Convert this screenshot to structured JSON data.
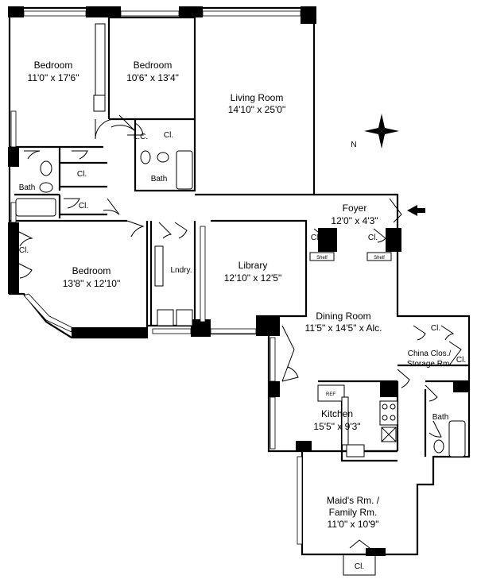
{
  "rooms": {
    "bedroom1": {
      "name": "Bedroom",
      "size": "11'0\" x 17'6\""
    },
    "bedroom2": {
      "name": "Bedroom",
      "size": "10'6\" x 13'4\""
    },
    "living": {
      "name": "Living Room",
      "size": "14'10\" x 25'0\""
    },
    "bedroom3": {
      "name": "Bedroom",
      "size": "13'8\" x 12'10\""
    },
    "library": {
      "name": "Library",
      "size": "12'10\" x 12'5\""
    },
    "foyer": {
      "name": "Foyer",
      "size": "12'0\" x 4'3\""
    },
    "dining": {
      "name": "Dining Room",
      "size": "11'5\" x 14'5\" x Alc."
    },
    "china": {
      "name": "China Clos./",
      "size": "Storage Rm."
    },
    "kitchen": {
      "name": "Kitchen",
      "size": "15'5\" x 9'3\""
    },
    "maid_line1": "Maid's Rm. /",
    "maid_line2": "Family Rm.",
    "maid_size": "11'0\" x 10'9\""
  },
  "labels": {
    "bath": "Bath",
    "closet": "Cl.",
    "linen_closet": "L.C.",
    "laundry": "Lndry.",
    "shelf": "Shelf",
    "refrigerator": "REF",
    "compass_n": "N"
  }
}
